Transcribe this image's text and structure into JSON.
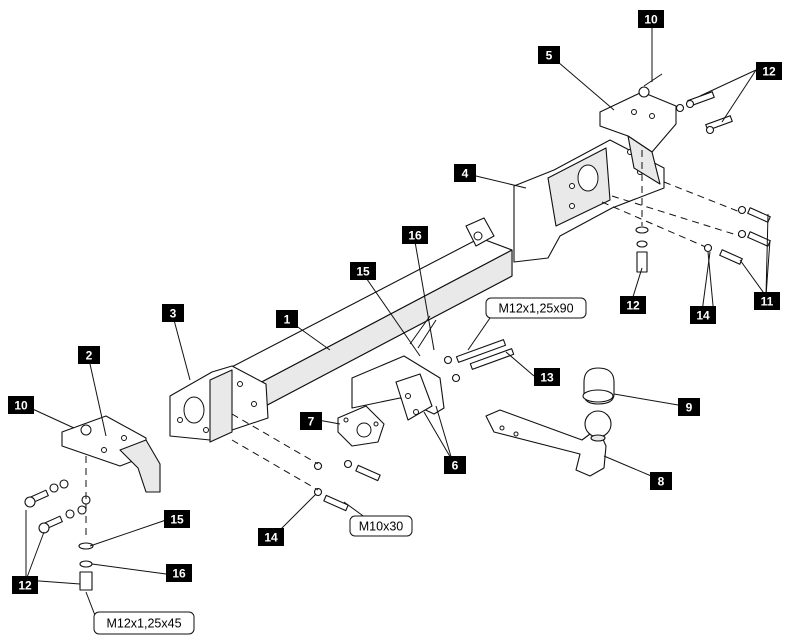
{
  "diagram": {
    "title": "Tow bar exploded assembly view",
    "callouts": [
      {
        "id": "c-1",
        "label": "1"
      },
      {
        "id": "c-2",
        "label": "2"
      },
      {
        "id": "c-3",
        "label": "3"
      },
      {
        "id": "c-4",
        "label": "4"
      },
      {
        "id": "c-5",
        "label": "5"
      },
      {
        "id": "c-6",
        "label": "6"
      },
      {
        "id": "c-7",
        "label": "7"
      },
      {
        "id": "c-8",
        "label": "8"
      },
      {
        "id": "c-9",
        "label": "9"
      },
      {
        "id": "c-10a",
        "label": "10"
      },
      {
        "id": "c-10b",
        "label": "10"
      },
      {
        "id": "c-11",
        "label": "11"
      },
      {
        "id": "c-12a",
        "label": "12"
      },
      {
        "id": "c-12b",
        "label": "12"
      },
      {
        "id": "c-12c",
        "label": "12"
      },
      {
        "id": "c-13",
        "label": "13"
      },
      {
        "id": "c-14a",
        "label": "14"
      },
      {
        "id": "c-14b",
        "label": "14"
      },
      {
        "id": "c-15a",
        "label": "15"
      },
      {
        "id": "c-15b",
        "label": "15"
      },
      {
        "id": "c-16a",
        "label": "16"
      },
      {
        "id": "c-16b",
        "label": "16"
      }
    ],
    "specs": {
      "bolt_m12x90": "M12x1,25x90",
      "bolt_m10x30": "M10x30",
      "bolt_m12x45": "M12x1,25x45"
    },
    "colors": {
      "tag_fill": "#000000",
      "tag_text": "#ffffff",
      "line": "#111111"
    }
  }
}
